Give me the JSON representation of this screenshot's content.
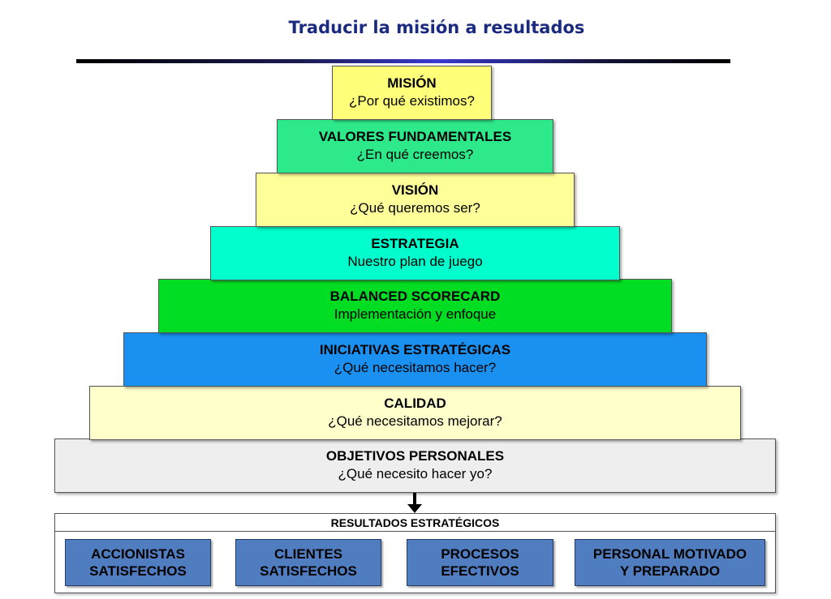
{
  "title": "Traducir la misión a resultados",
  "levels": [
    {
      "heading": "MISIÓN",
      "subtitle": "¿Por qué existimos?",
      "color": "#ffff7a"
    },
    {
      "heading": "VALORES FUNDAMENTALES",
      "subtitle": "¿En qué creemos?",
      "color": "#2de98a"
    },
    {
      "heading": "VISIÓN",
      "subtitle": "¿Qué queremos ser?",
      "color": "#ffff99"
    },
    {
      "heading": "ESTRATEGIA",
      "subtitle": "Nuestro plan de juego",
      "color": "#00ffcc"
    },
    {
      "heading": "BALANCED SCORECARD",
      "subtitle": "Implementación y enfoque",
      "color": "#00dd22"
    },
    {
      "heading": "INICIATIVAS ESTRATÉGICAS",
      "subtitle": "¿Qué necesitamos hacer?",
      "color": "#1a90f0"
    },
    {
      "heading": "CALIDAD",
      "subtitle": "¿Qué necesitamos mejorar?",
      "color": "#ffffcc"
    },
    {
      "heading": "OBJETIVOS PERSONALES",
      "subtitle": "¿Qué necesito hacer  yo?",
      "color": "#eeeeee"
    }
  ],
  "results": {
    "header": "RESULTADOS ESTRATÉGICOS",
    "boxes": [
      {
        "line1": "ACCIONISTAS",
        "line2": "SATISFECHOS"
      },
      {
        "line1": "CLIENTES",
        "line2": "SATISFECHOS"
      },
      {
        "line1": "PROCESOS",
        "line2": "EFECTIVOS"
      },
      {
        "line1": "PERSONAL MOTIVADO",
        "line2": "Y PREPARADO"
      }
    ],
    "box_color": "#4f7dc0"
  }
}
